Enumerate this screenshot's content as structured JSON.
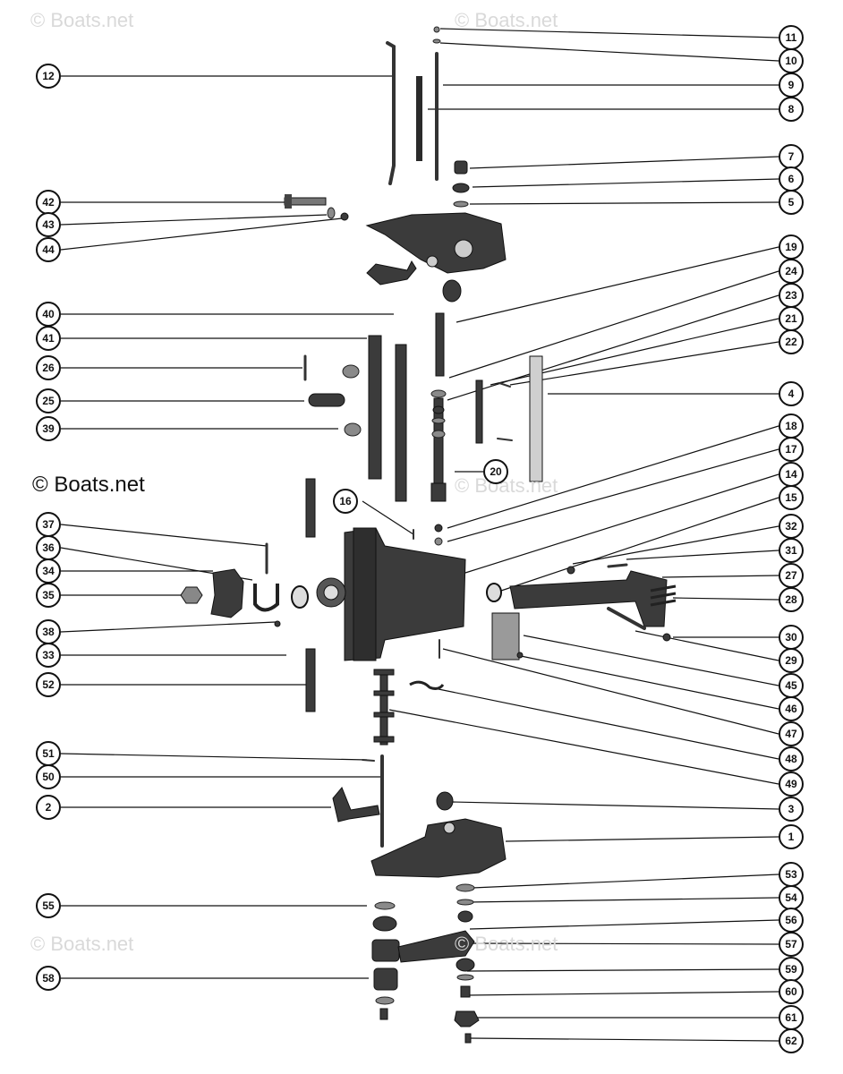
{
  "watermarks": [
    {
      "text": "© Boats.net",
      "style": "light"
    },
    {
      "text": "© Boats.net",
      "style": "light"
    },
    {
      "text": "© Boats.net",
      "style": "dark"
    },
    {
      "text": "© Boats.net",
      "style": "light"
    },
    {
      "text": "© Boats.net",
      "style": "light"
    },
    {
      "text": "© Boats.net",
      "style": "light"
    }
  ],
  "callouts": [
    "11",
    "10",
    "9",
    "8",
    "7",
    "6",
    "5",
    "12",
    "42",
    "43",
    "44",
    "19",
    "24",
    "23",
    "21",
    "22",
    "40",
    "41",
    "26",
    "25",
    "39",
    "4",
    "18",
    "17",
    "14",
    "15",
    "20",
    "16",
    "37",
    "36",
    "34",
    "35",
    "38",
    "33",
    "52",
    "32",
    "31",
    "27",
    "28",
    "30",
    "29",
    "45",
    "46",
    "47",
    "48",
    "49",
    "51",
    "50",
    "2",
    "3",
    "1",
    "53",
    "54",
    "55",
    "56",
    "57",
    "58",
    "59",
    "60",
    "61",
    "62"
  ]
}
